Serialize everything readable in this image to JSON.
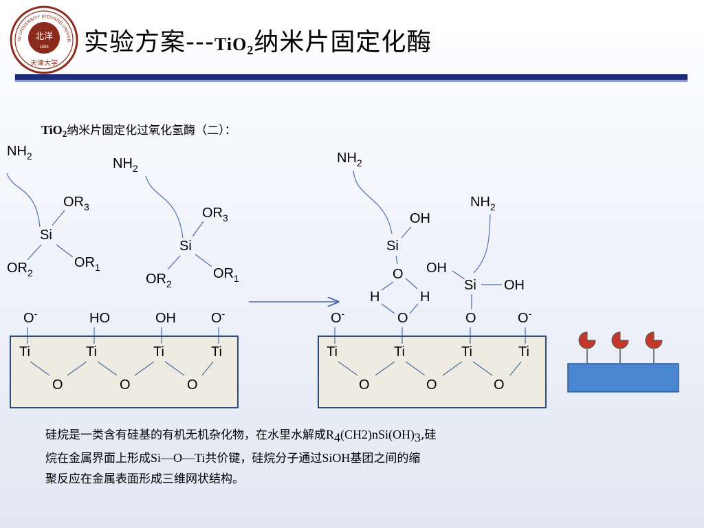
{
  "header": {
    "title_cn": "实验方案---",
    "title_formula_main": "TiO",
    "title_formula_sub": "2",
    "title_suffix": "纳米片固定化酶"
  },
  "logo": {
    "icon": "university-seal-icon",
    "text_top": "TIANJIN UNIVERSITY (PEIYANG UNIVERSITY)",
    "text_center": "北洋",
    "year": "1895",
    "text_bottom": "天津大学"
  },
  "subtitle": {
    "formula_main": "TiO",
    "formula_sub": "2",
    "text": "纳米片固定化过氧化氢酶（二）："
  },
  "labels": {
    "nh": "NH",
    "two": "2",
    "or": "OR",
    "one": "1",
    "three": "3",
    "si": "Si",
    "ti": "Ti",
    "o": "O",
    "o_minus": "O",
    "minus": "-",
    "ho": "HO",
    "oh": "OH",
    "h": "H"
  },
  "colors": {
    "title_rule": "#1f2a7a",
    "bond": "#4a6aa8",
    "surface_fill": "#eeebe0",
    "surface_border": "#2c4a80",
    "enzyme": "#c0392b",
    "support": "#4a86d0",
    "arrow": "#4a6aa8"
  },
  "paragraph": {
    "line1_a": "硅烷是一类含有硅基的有机无机杂化物，在水里水解成",
    "line1_b": "R",
    "line1_c": "4",
    "line1_d": "(CH2)nSi(OH)",
    "line1_e": "3",
    "line1_f": ",硅",
    "line2_a": "烷在金属界面上形成",
    "line2_b": "Si—O—Ti",
    "line2_c": "共价键，硅烷分子通过",
    "line2_d": "SiOH",
    "line2_e": "基团之间的缩",
    "line3": "聚反应在金属表面形成三维网状结构。"
  }
}
